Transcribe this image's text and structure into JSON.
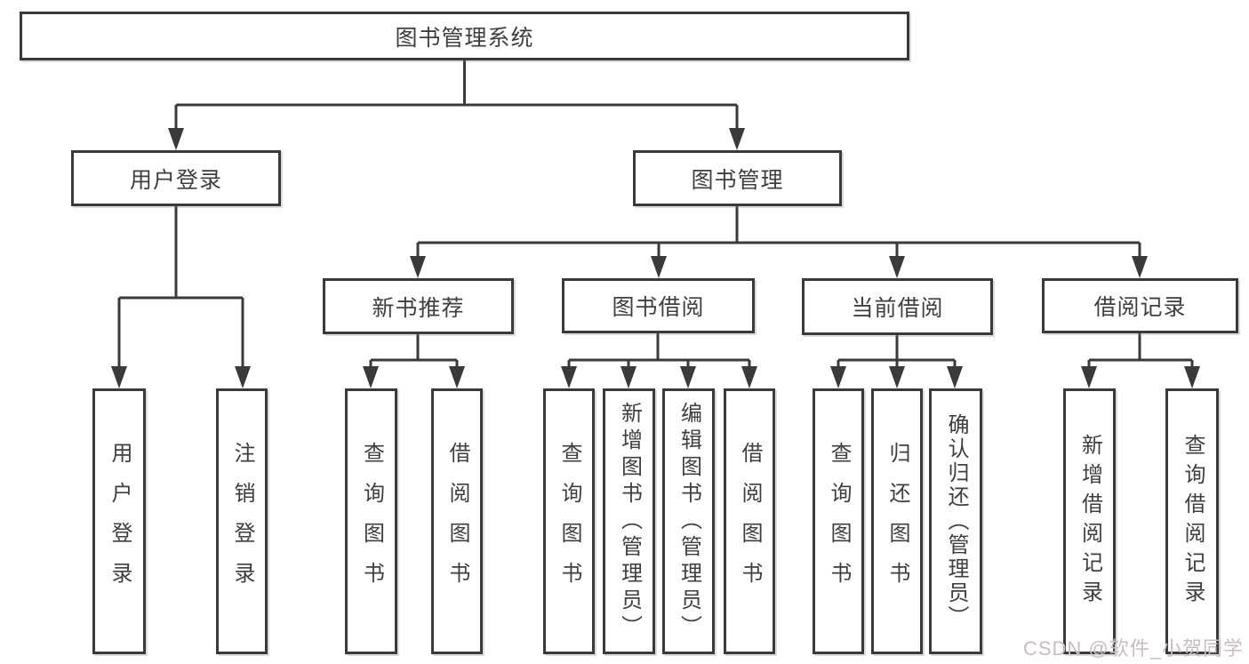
{
  "tree": {
    "label": "图书管理系统",
    "children": [
      {
        "label": "用户登录",
        "children": [
          {
            "label": "用户登录"
          },
          {
            "label": "注销登录"
          }
        ]
      },
      {
        "label": "图书管理",
        "children": [
          {
            "label": "新书推荐",
            "children": [
              {
                "label": "查询图书"
              },
              {
                "label": "借阅图书"
              }
            ]
          },
          {
            "label": "图书借阅",
            "children": [
              {
                "label": "查询图书"
              },
              {
                "label": "新增图书（管理员）"
              },
              {
                "label": "编辑图书（管理员）"
              },
              {
                "label": "借阅图书"
              }
            ]
          },
          {
            "label": "当前借阅",
            "children": [
              {
                "label": "查询图书"
              },
              {
                "label": "归还图书"
              },
              {
                "label": "确认归还（管理员）"
              }
            ]
          },
          {
            "label": "借阅记录",
            "children": [
              {
                "label": "新增借阅记录"
              },
              {
                "label": "查询借阅记录"
              }
            ]
          }
        ]
      }
    ]
  },
  "watermark": {
    "text": "CSDN @软件_小贺同学"
  },
  "colors": {
    "line": "#3a3a3a",
    "box_border": "#3a3a3a",
    "text": "#3f3f3f",
    "background": "#ffffff",
    "watermark": "#c8bebe"
  }
}
